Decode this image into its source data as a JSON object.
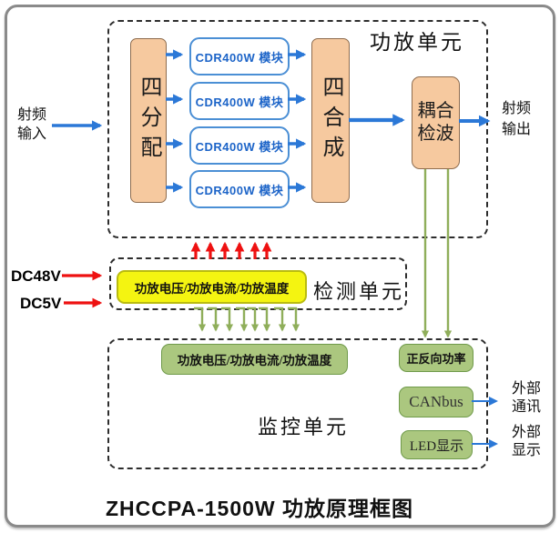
{
  "diagram": {
    "title": "ZHCCPA-1500W  功放原理框图"
  },
  "amplifier_unit": {
    "label": "功放单元",
    "rf_input_label": "射频输入",
    "rf_output_label": "射频输出",
    "splitter_label": "四分配",
    "combiner_label": "四合成",
    "coupler_label": "耦合检波",
    "modules": [
      "CDR400W 模块",
      "CDR400W 模块",
      "CDR400W 模块",
      "CDR400W 模块"
    ]
  },
  "detection_unit": {
    "label": "检测单元",
    "sensor_label": "功放电压/功放电流/功放温度",
    "dc_inputs": [
      "DC48V",
      "DC5V"
    ]
  },
  "monitoring_unit": {
    "label": "监控单元",
    "sensor_label": "功放电压/功放电流/功放温度",
    "power_label": "正反向功率",
    "canbus_label": "CANbus",
    "led_label": "LED显示",
    "external_comm_label": "外部通讯",
    "external_display_label": "外部显示"
  },
  "colors": {
    "orange_fill": "#f6c99f",
    "yellow_fill": "#f4f411",
    "green_fill": "#abc77f",
    "blue_arrow": "#2b78d7",
    "red_arrow": "#ee1111",
    "green_arrow": "#8fae5a",
    "module_text": "#1c64c8"
  }
}
